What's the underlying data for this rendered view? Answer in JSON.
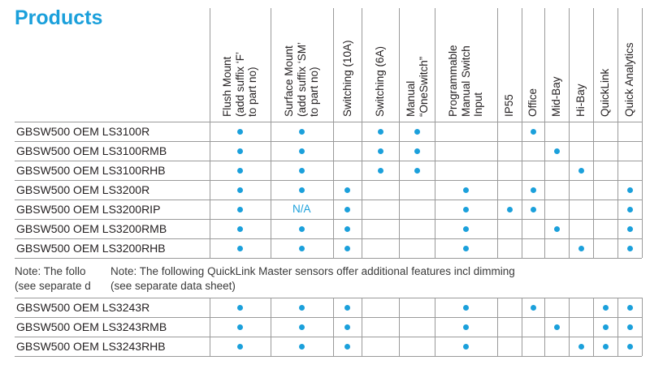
{
  "title": "Products",
  "colors": {
    "accent": "#1ba0db",
    "grid": "#9a9a9a",
    "text": "#231f20"
  },
  "columns": [
    {
      "lines": [
        "Flush Mount",
        "(add suffix ‘F’",
        "to part no)"
      ]
    },
    {
      "lines": [
        "Surface Mount",
        "(add suffix ‘SM’",
        "to part no)"
      ]
    },
    {
      "lines": [
        "Switching (10A)"
      ]
    },
    {
      "lines": [
        "Switching (6A)"
      ]
    },
    {
      "lines": [
        "Manual",
        "“OneSwitch”"
      ]
    },
    {
      "lines": [
        "Programmable",
        "Manual Switch",
        "Input"
      ]
    },
    {
      "lines": [
        "IP55"
      ]
    },
    {
      "lines": [
        "Office"
      ]
    },
    {
      "lines": [
        "Mid-Bay"
      ]
    },
    {
      "lines": [
        "Hi-Bay"
      ]
    },
    {
      "lines": [
        "QuickLink"
      ]
    },
    {
      "lines": [
        "Quick Analytics"
      ]
    }
  ],
  "rows_group1": [
    {
      "name": "GBSW500 OEM LS3100R",
      "cells": [
        "dot",
        "dot",
        "",
        "dot",
        "dot",
        "",
        "",
        "dot",
        "",
        "",
        "",
        ""
      ]
    },
    {
      "name": "GBSW500 OEM LS3100RMB",
      "cells": [
        "dot",
        "dot",
        "",
        "dot",
        "dot",
        "",
        "",
        "",
        "dot",
        "",
        "",
        ""
      ]
    },
    {
      "name": "GBSW500 OEM LS3100RHB",
      "cells": [
        "dot",
        "dot",
        "",
        "dot",
        "dot",
        "",
        "",
        "",
        "",
        "dot",
        "",
        ""
      ]
    },
    {
      "name": "GBSW500 OEM LS3200R",
      "cells": [
        "dot",
        "dot",
        "dot",
        "",
        "",
        "dot",
        "",
        "dot",
        "",
        "",
        "",
        "dot"
      ]
    },
    {
      "name": "GBSW500 OEM LS3200RIP",
      "cells": [
        "dot",
        "N/A",
        "dot",
        "",
        "",
        "dot",
        "dot",
        "dot",
        "",
        "",
        "",
        "dot"
      ]
    },
    {
      "name": "GBSW500 OEM LS3200RMB",
      "cells": [
        "dot",
        "dot",
        "dot",
        "",
        "",
        "dot",
        "",
        "",
        "dot",
        "",
        "",
        "dot"
      ]
    },
    {
      "name": "GBSW500 OEM LS3200RHB",
      "cells": [
        "dot",
        "dot",
        "dot",
        "",
        "",
        "dot",
        "",
        "",
        "",
        "dot",
        "",
        "dot"
      ]
    }
  ],
  "note": {
    "line1_clipped": "Note: The follo",
    "line1": "Note: The following QuickLink Master sensors offer additional features incl dimming",
    "line2_clipped": "(see separate d",
    "line2": "(see separate data sheet)"
  },
  "rows_group2": [
    {
      "name": "GBSW500 OEM LS3243R",
      "cells": [
        "dot",
        "dot",
        "dot",
        "",
        "",
        "dot",
        "",
        "dot",
        "",
        "",
        "dot",
        "dot"
      ]
    },
    {
      "name": "GBSW500 OEM LS3243RMB",
      "cells": [
        "dot",
        "dot",
        "dot",
        "",
        "",
        "dot",
        "",
        "",
        "dot",
        "",
        "dot",
        "dot"
      ]
    },
    {
      "name": "GBSW500 OEM LS3243RHB",
      "cells": [
        "dot",
        "dot",
        "dot",
        "",
        "",
        "dot",
        "",
        "",
        "",
        "dot",
        "dot",
        "dot"
      ]
    }
  ]
}
